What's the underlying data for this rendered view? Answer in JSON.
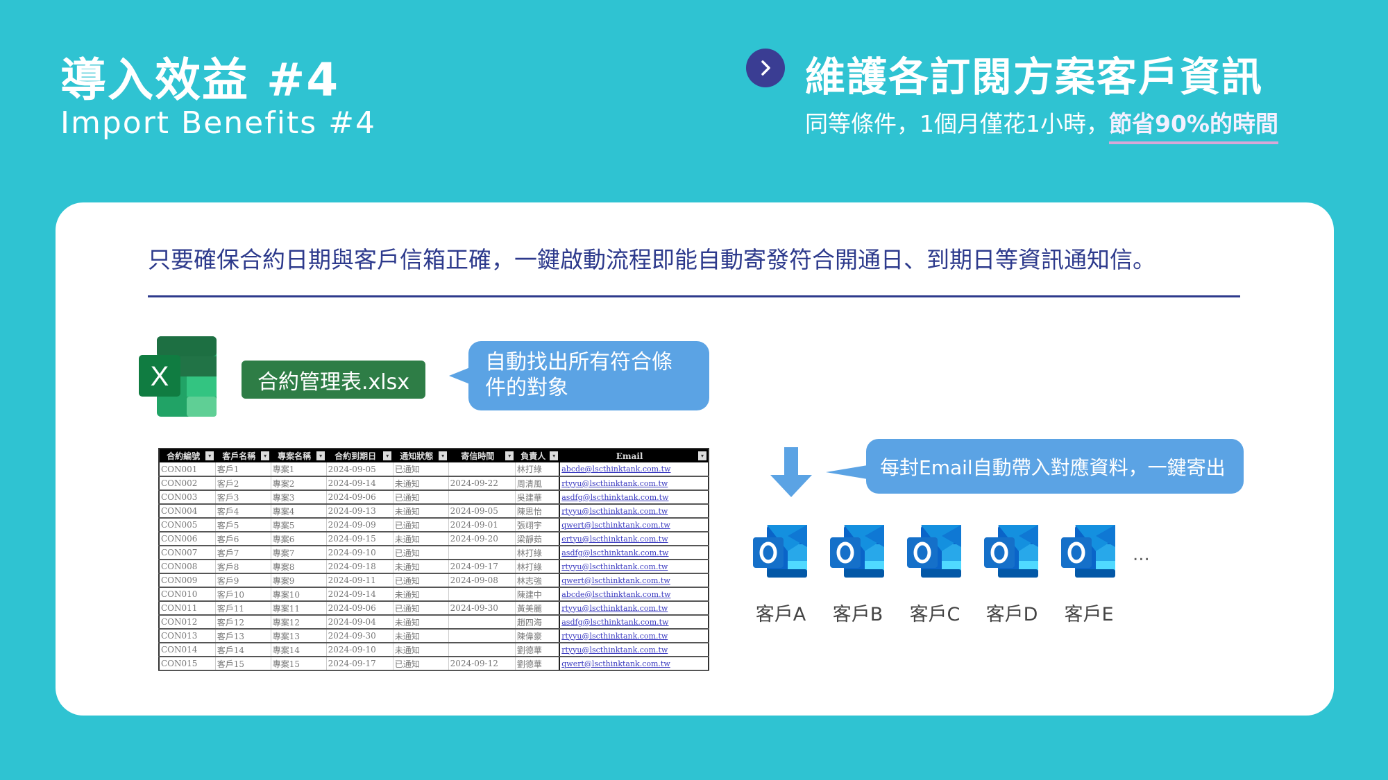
{
  "header": {
    "title": "導入效益 #4",
    "subtitle": "Import Benefits #4",
    "heading": "維護各訂閱方案客戶資訊",
    "tagline_plain": "同等條件，1個月僅花1小時，",
    "tagline_highlight": "節省90%的時間"
  },
  "card": {
    "description": "只要確保合約日期與客戶信箱正確，一鍵啟動流程即能自動寄發符合開通日、到期日等資訊通知信。",
    "file_label": "合約管理表.xlsx",
    "bubble_find": "自動找出所有符合條件的對象",
    "bubble_send": "每封Email自動帶入對應資料，一鍵寄出",
    "table": {
      "headers": [
        "合約編號",
        "客戶名稱",
        "專案名稱",
        "合約到期日",
        "通知狀態",
        "寄信時間",
        "負責人",
        "Email"
      ],
      "rows": [
        [
          "CON001",
          "客戶1",
          "專案1",
          "2024-09-05",
          "已通知",
          "",
          "林打綠",
          "abcde@lscthinktank.com.tw"
        ],
        [
          "CON002",
          "客戶2",
          "專案2",
          "2024-09-14",
          "未通知",
          "2024-09-22",
          "周清風",
          "rtyyu@lscthinktank.com.tw"
        ],
        [
          "CON003",
          "客戶3",
          "專案3",
          "2024-09-06",
          "已通知",
          "",
          "吳建華",
          "asdfg@lscthinktank.com.tw"
        ],
        [
          "CON004",
          "客戶4",
          "專案4",
          "2024-09-13",
          "未通知",
          "2024-09-05",
          "陳思怡",
          "rtyyu@lscthinktank.com.tw"
        ],
        [
          "CON005",
          "客戶5",
          "專案5",
          "2024-09-09",
          "已通知",
          "2024-09-01",
          "張翊宇",
          "qwert@lscthinktank.com.tw"
        ],
        [
          "CON006",
          "客戶6",
          "專案6",
          "2024-09-15",
          "未通知",
          "2024-09-20",
          "梁靜茹",
          "ertyu@lscthinktank.com.tw"
        ],
        [
          "CON007",
          "客戶7",
          "專案7",
          "2024-09-10",
          "已通知",
          "",
          "林打綠",
          "asdfg@lscthinktank.com.tw"
        ],
        [
          "CON008",
          "客戶8",
          "專案8",
          "2024-09-18",
          "未通知",
          "2024-09-17",
          "林打綠",
          "rtyyu@lscthinktank.com.tw"
        ],
        [
          "CON009",
          "客戶9",
          "專案9",
          "2024-09-11",
          "已通知",
          "2024-09-08",
          "林志強",
          "qwert@lscthinktank.com.tw"
        ],
        [
          "CON010",
          "客戶10",
          "專案10",
          "2024-09-14",
          "未通知",
          "",
          "陳建中",
          "abcde@lscthinktank.com.tw"
        ],
        [
          "CON011",
          "客戶11",
          "專案11",
          "2024-09-06",
          "已通知",
          "2024-09-30",
          "黃美麗",
          "rtyyu@lscthinktank.com.tw"
        ],
        [
          "CON012",
          "客戶12",
          "專案12",
          "2024-09-04",
          "未通知",
          "",
          "趙四海",
          "asdfg@lscthinktank.com.tw"
        ],
        [
          "CON013",
          "客戶13",
          "專案13",
          "2024-09-30",
          "未通知",
          "",
          "陳偉豪",
          "rtyyu@lscthinktank.com.tw"
        ],
        [
          "CON014",
          "客戶14",
          "專案14",
          "2024-09-10",
          "未通知",
          "",
          "劉德華",
          "rtyyu@lscthinktank.com.tw"
        ],
        [
          "CON015",
          "客戶15",
          "專案15",
          "2024-09-17",
          "已通知",
          "2024-09-12",
          "劉德華",
          "qwert@lscthinktank.com.tw"
        ]
      ]
    },
    "recipients": [
      "客戶A",
      "客戶B",
      "客戶C",
      "客戶D",
      "客戶E"
    ],
    "more": "..."
  },
  "colors": {
    "background": "#2fc3d2",
    "accent": "#3a3d93",
    "excel_green": "#2e7d46",
    "bubble_blue": "#5ba3e4"
  }
}
